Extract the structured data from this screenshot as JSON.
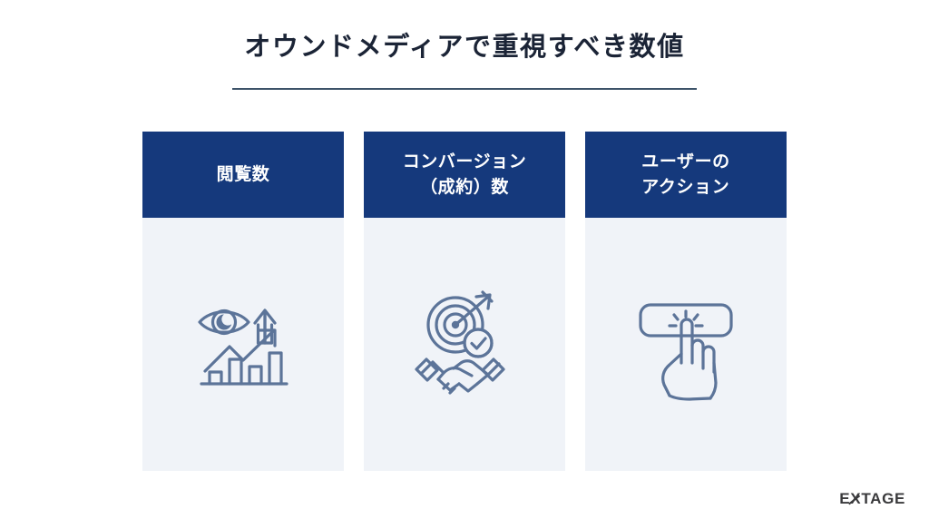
{
  "slide": {
    "title": "オウンドメディアで重視すべき数値",
    "background_color": "#ffffff",
    "title_color": "#1b2436",
    "divider_color": "#3d5369",
    "accent_color": "#15397c",
    "card_body_color": "#f0f3f8",
    "icon_color": "#5c7499"
  },
  "cards": [
    {
      "title": "閲覧数",
      "title_align": "center",
      "icon": "eye-growth-chart-icon"
    },
    {
      "title": "コンバージョン\n（成約）数",
      "title_align": "center",
      "icon": "target-handshake-icon"
    },
    {
      "title": "ユーザーの\nアクション",
      "title_align": "left",
      "icon": "click-hand-button-icon"
    }
  ],
  "footer": {
    "logo_prefix": "E",
    "logo_x": "X",
    "logo_suffix": "TAGE",
    "logo_full": "EXTAGE"
  }
}
